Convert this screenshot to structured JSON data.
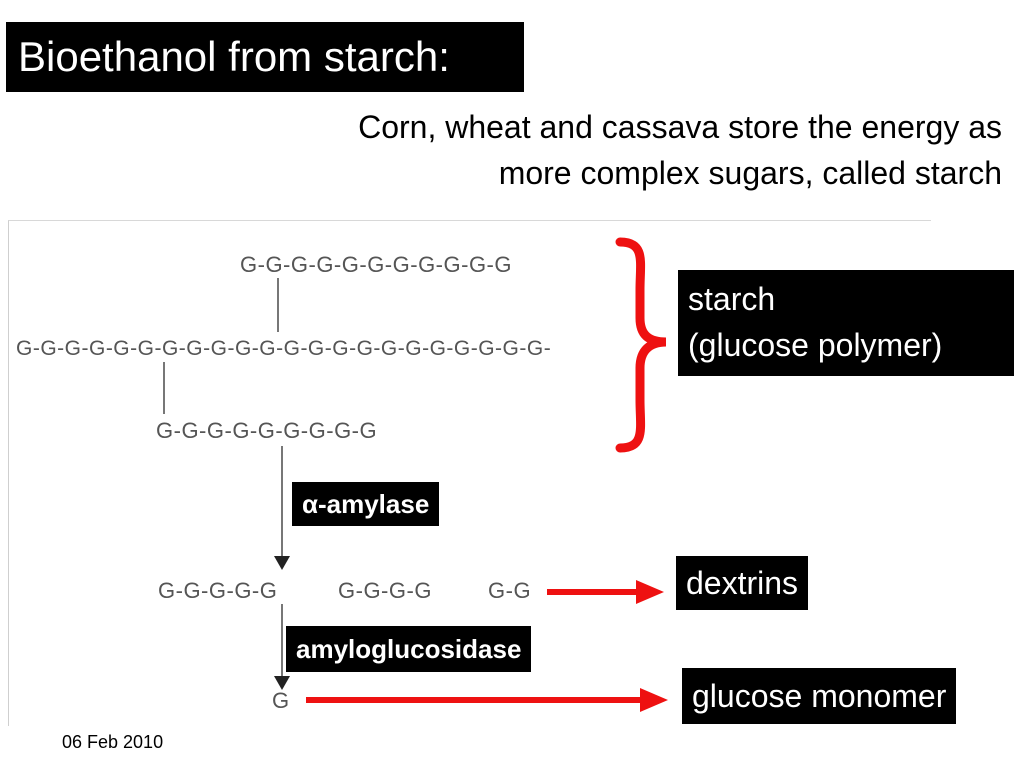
{
  "slide": {
    "title": "Bioethanol from starch:",
    "subtitle_lines": [
      "Corn, wheat and cassava store the energy as",
      "more complex sugars, called starch"
    ],
    "date": "06 Feb 2010"
  },
  "diagram": {
    "chains": {
      "top_branch": "G-G-G-G-G-G-G-G-G-G-G",
      "main_chain": "G-G-G-G-G-G-G-G-G-G-G-G-G-G-G-G-G-G-G-G-G-G-",
      "bottom_branch": "G-G-G-G-G-G-G-G-G",
      "dextrin_1": "G-G-G-G-G",
      "dextrin_2": "G-G-G-G",
      "dextrin_3": "G-G",
      "monomer": "G"
    },
    "enzymes": {
      "step1": "α-amylase",
      "step2": "amyloglucosidase"
    },
    "products": {
      "starch_line1": "starch",
      "starch_line2": "(glucose polymer)",
      "dextrins": "dextrins",
      "glucose": "glucose monomer"
    },
    "colors": {
      "arrow_red": "#ee1111",
      "brace_red": "#ee1111",
      "chain_gray": "#555555",
      "label_bg": "#000000",
      "label_text": "#ffffff"
    }
  }
}
